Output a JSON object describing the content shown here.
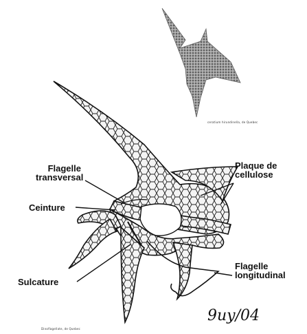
{
  "labels": {
    "flagelle_transversal": [
      "Flagelle",
      "transversal"
    ],
    "ceinture": "Ceinture",
    "sulcature": "Sulcature",
    "plaque_de_cellulose": [
      "Plaque de",
      "cellulose"
    ],
    "flagelle_longitudinal": [
      "Flagelle",
      "longitudinal"
    ]
  },
  "credits": {
    "photo": "ceratium hirundinella, de Quebec",
    "drawing": "Dinoflagellate, de Quebec"
  },
  "signature": "9uy/04",
  "colors": {
    "ink": "#111111",
    "body_fill": "#f4f4f4",
    "photo_fill": "#8a8a8a"
  }
}
